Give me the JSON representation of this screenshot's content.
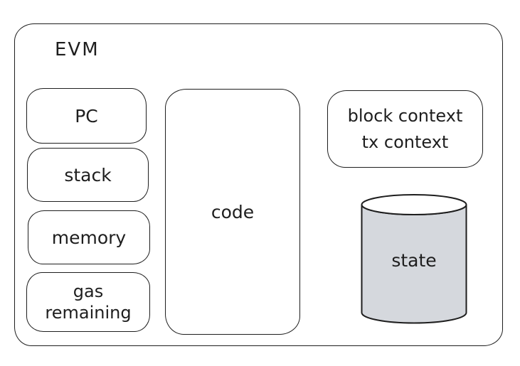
{
  "colors": {
    "stroke": "#1e1e1e",
    "text": "#1e1e1e",
    "background": "#ffffff",
    "cylinder_fill": "#d5d8dd",
    "cylinder_top": "#ffffff"
  },
  "evm": {
    "title": "EVM",
    "components": {
      "pc": "PC",
      "stack": "stack",
      "memory": "memory",
      "gas_line1": "gas",
      "gas_line2": "remaining",
      "code": "code",
      "context_line1": "block context",
      "context_line2": "tx context",
      "state": "state"
    }
  }
}
